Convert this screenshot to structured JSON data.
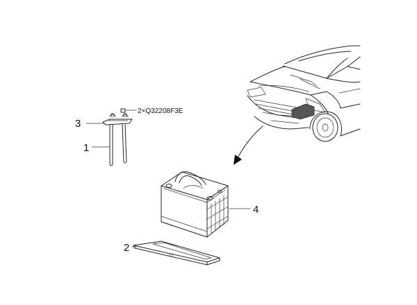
{
  "callouts": {
    "c1": "1",
    "c2": "2",
    "c3": "3",
    "c4": "4"
  },
  "fastener_note": "2×Q32208F3E"
}
